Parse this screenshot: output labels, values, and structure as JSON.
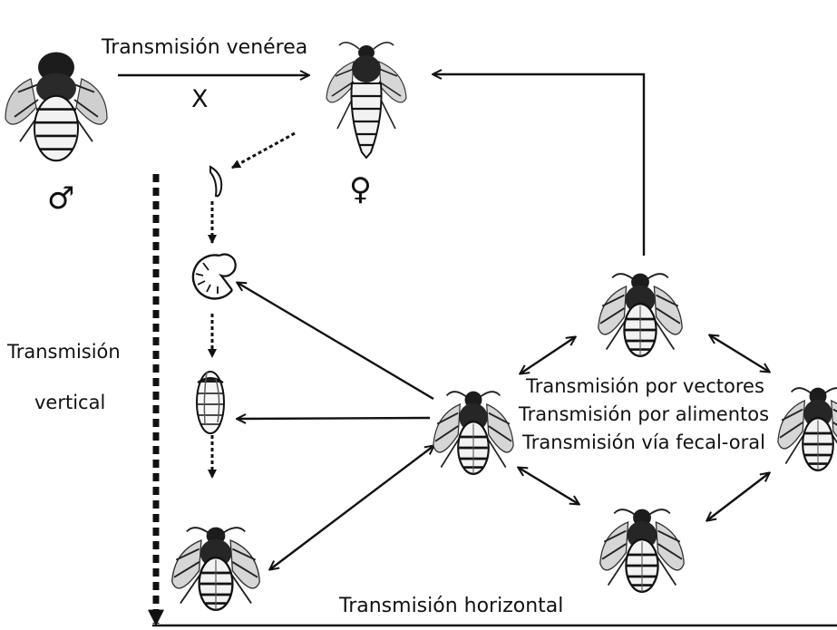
{
  "labels": {
    "venereal": "Transmisión venérea",
    "blocked": "X",
    "vertical_line1": "Transmisión",
    "vertical_line2": "vertical",
    "vectors": "Transmisión por vectores",
    "food": "Transmisión por alimentos",
    "fecal_oral": "Transmisión vía fecal-oral",
    "horizontal": "Transmisión horizontal"
  },
  "symbols": {
    "male": "♂",
    "female": "♀"
  },
  "icons": {
    "male_bee": "bee-icon",
    "queen": "bee-icon",
    "egg": "egg-icon",
    "larva": "larva-icon",
    "pupa": "pupa-icon",
    "new_bee": "bee-icon",
    "workers": "bee-icon"
  }
}
